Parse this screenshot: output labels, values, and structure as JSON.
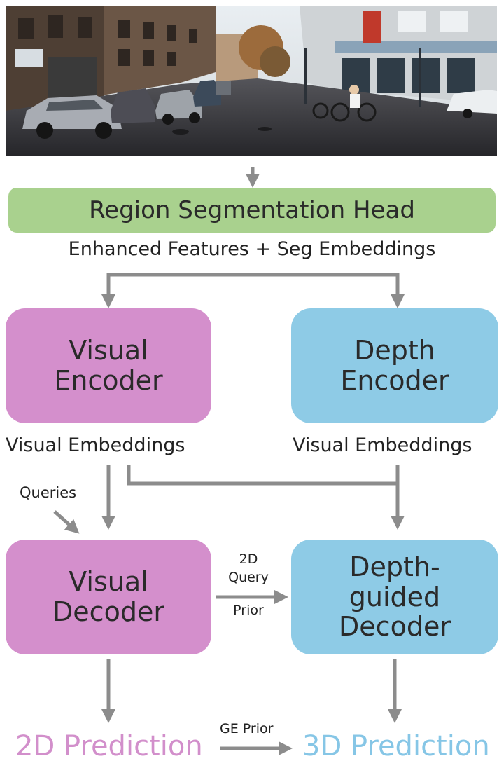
{
  "colors": {
    "seg_head": "#a9d18e",
    "visual": "#d48fcc",
    "depth": "#8ecbe6",
    "arrow": "#8c8c8c",
    "pred_2d": "#d28fcb",
    "pred_3d": "#86c6e6"
  },
  "image": {
    "icon": "street-scene-photo"
  },
  "seg_head": {
    "label": "Region Segmentation Head"
  },
  "features_label": "Enhanced Features + Seg Embeddings",
  "visual_encoder": {
    "line1": "Visual",
    "line2": "Encoder"
  },
  "depth_encoder": {
    "line1": "Depth",
    "line2": "Encoder"
  },
  "visual_embeddings_left": "Visual Embeddings",
  "visual_embeddings_right": "Visual Embeddings",
  "queries_label": "Queries",
  "visual_decoder": {
    "line1": "Visual",
    "line2": "Decoder"
  },
  "depth_decoder": {
    "line1": "Depth-",
    "line2": "guided",
    "line3": "Decoder"
  },
  "query_prior": {
    "line1": "2D",
    "line2": "Query",
    "line3": "Prior"
  },
  "ge_prior": "GE Prior",
  "pred_2d": "2D Prediction",
  "pred_3d": "3D Prediction"
}
